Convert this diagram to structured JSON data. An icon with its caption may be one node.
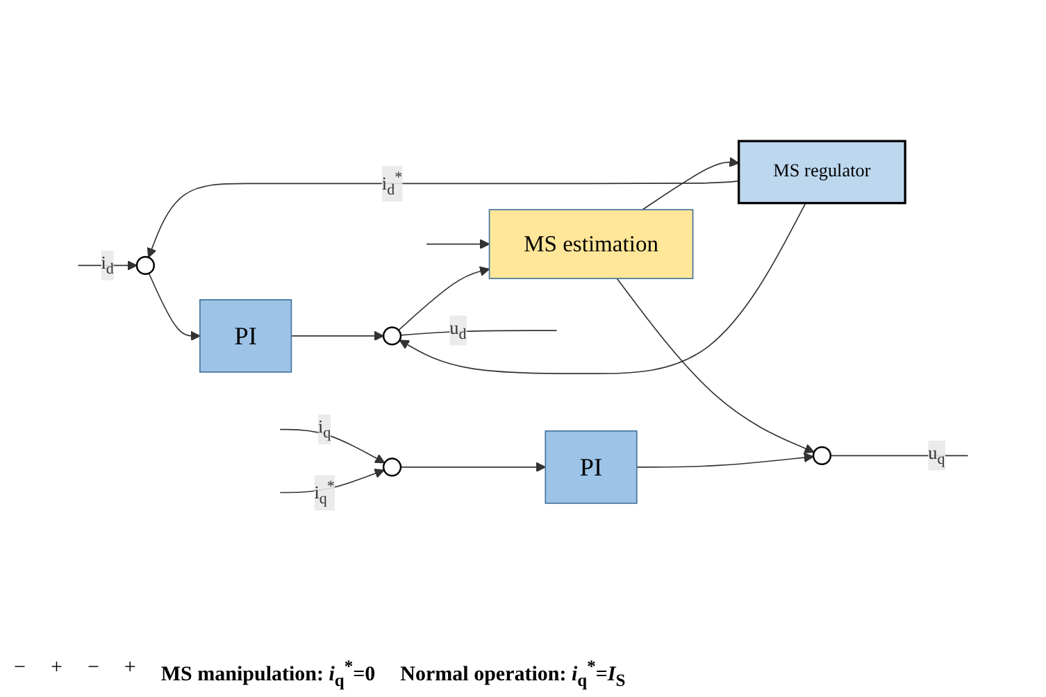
{
  "diagram": {
    "nodes": [
      {
        "text": [],
        "shape": "circle"
      },
      {
        "text": [
          "PI"
        ]
      },
      {
        "text": [],
        "shape": "circle"
      },
      {
        "text": [
          "MS regulator"
        ]
      },
      {
        "text": [
          "MS estimation"
        ]
      },
      {
        "text": [],
        "shape": "circle"
      },
      {
        "text": [
          "PI"
        ]
      },
      {
        "text": [],
        "shape": "circle"
      }
    ],
    "edges": [
      {
        "from": null,
        "to": 0,
        "arrow": "to",
        "label": "i$_{d}$"
      },
      {
        "from": null,
        "to": 4,
        "arrow": "to"
      },
      {
        "from": 0,
        "to": 1,
        "arrow": "to"
      },
      {
        "from": 1,
        "to": 2,
        "arrow": "to"
      },
      {
        "from": 3,
        "to": 0,
        "arrow": "to",
        "label": "i$_{d}$$^{*}$"
      },
      {
        "from": 4,
        "to": 3,
        "arrow": "to"
      },
      {
        "from": 3,
        "to": 2,
        "arrow": "to"
      },
      {
        "from": 2,
        "to": null,
        "arrow": "none",
        "label": "u$_{d}$"
      },
      {
        "from": 2,
        "to": 4,
        "arrow": "to"
      },
      {
        "from": 4,
        "to": 7,
        "arrow": "to"
      },
      {
        "from": null,
        "to": 5,
        "arrow": "to",
        "label": "i$_{q}$"
      },
      {
        "from": null,
        "to": 5,
        "arrow": "to",
        "label": "i$_{q}$$^{*}$"
      },
      {
        "from": 5,
        "to": 6,
        "arrow": "to"
      },
      {
        "from": 6,
        "to": 7,
        "arrow": "to"
      },
      {
        "from": 7,
        "to": null,
        "arrow": "none",
        "label": "u$_{q}$"
      }
    ],
    "labels": [
      "−",
      "+",
      "−",
      "+",
      "MS manipulation: *i*$_{q}$$^{*}$=0",
      "Normal operation: *i*$_{q}$$^{*}$=*I*$_{S}$"
    ]
  }
}
